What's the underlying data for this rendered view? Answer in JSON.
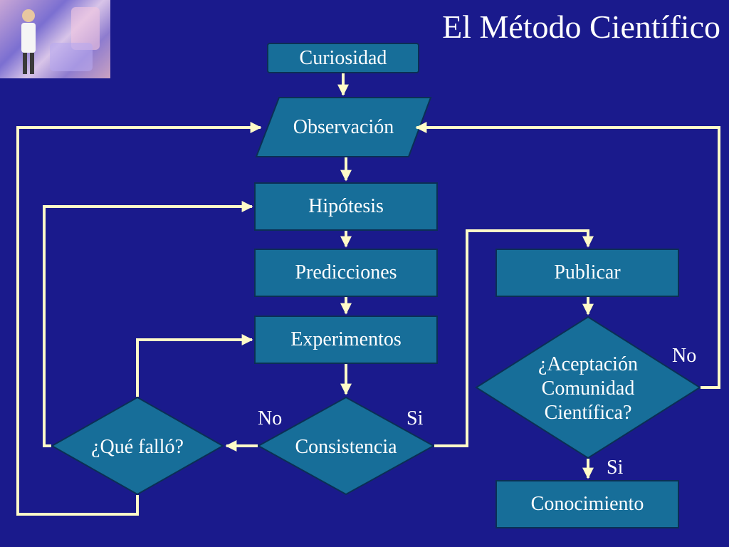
{
  "title": "El Método Científico",
  "colors": {
    "background": "#1a1a8c",
    "node_fill": "#176e99",
    "connector": "#fffbc8",
    "text": "#ffffff"
  },
  "nodes": {
    "curiosidad": "Curiosidad",
    "observacion": "Observación",
    "hipotesis": "Hipótesis",
    "predicciones": "Predicciones",
    "experimentos": "Experimentos",
    "consistencia": "Consistencia",
    "que_fallo": "¿Qué falló?",
    "publicar": "Publicar",
    "aceptacion": [
      "¿Aceptación",
      "Comunidad",
      "Científica?"
    ],
    "conocimiento": "Conocimiento"
  },
  "edge_labels": {
    "consistencia_no": "No",
    "consistencia_si": "Si",
    "aceptacion_no": "No",
    "aceptacion_si": "Si"
  }
}
